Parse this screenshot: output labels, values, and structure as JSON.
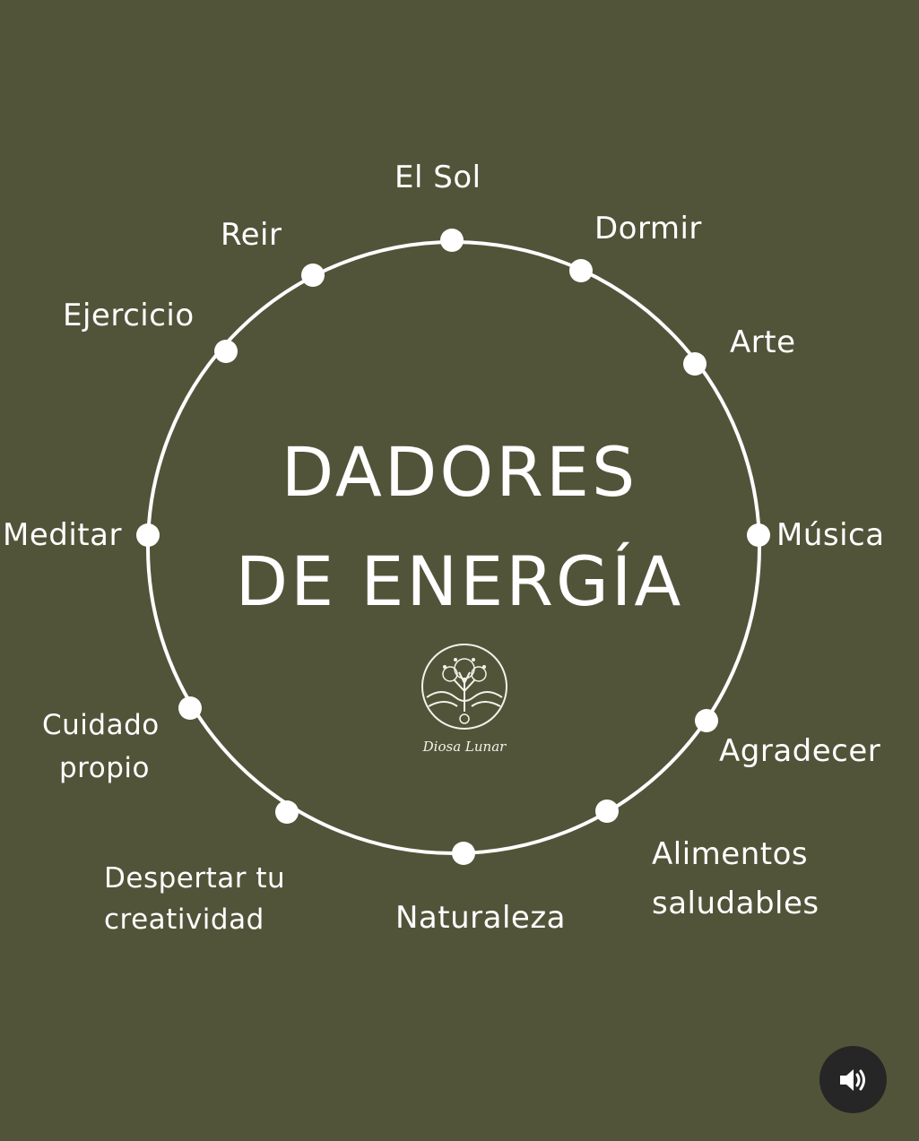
{
  "title": {
    "line1": "DADORES",
    "line2": "DE ENERGÍA"
  },
  "items": [
    "El Sol",
    "Dormir",
    "Arte",
    "Música",
    "Agradecer",
    "Alimentos saludables",
    "Naturaleza",
    "Despertar tu creatividad",
    "Cuidado propio",
    "Meditar",
    "Ejercicio",
    "Reir"
  ],
  "labels": {
    "el_sol": "El Sol",
    "dormir": "Dormir",
    "arte": "Arte",
    "musica": "Música",
    "agradecer": "Agradecer",
    "alimentos_1": "Alimentos",
    "alimentos_2": "saludables",
    "naturaleza": "Naturaleza",
    "despertar_1": "Despertar tu",
    "despertar_2": "creatividad",
    "cuidado_1": "Cuidado",
    "cuidado_2": "propio",
    "meditar": "Meditar",
    "ejercicio": "Ejercicio",
    "reir": "Reir"
  },
  "logo": {
    "text": "Diosa Lunar",
    "icon": "tree-of-life-icon"
  },
  "sound_button": {
    "icon": "speaker-icon"
  },
  "colors": {
    "background": "#525439",
    "foreground": "#ffffff",
    "button": "#262626"
  }
}
